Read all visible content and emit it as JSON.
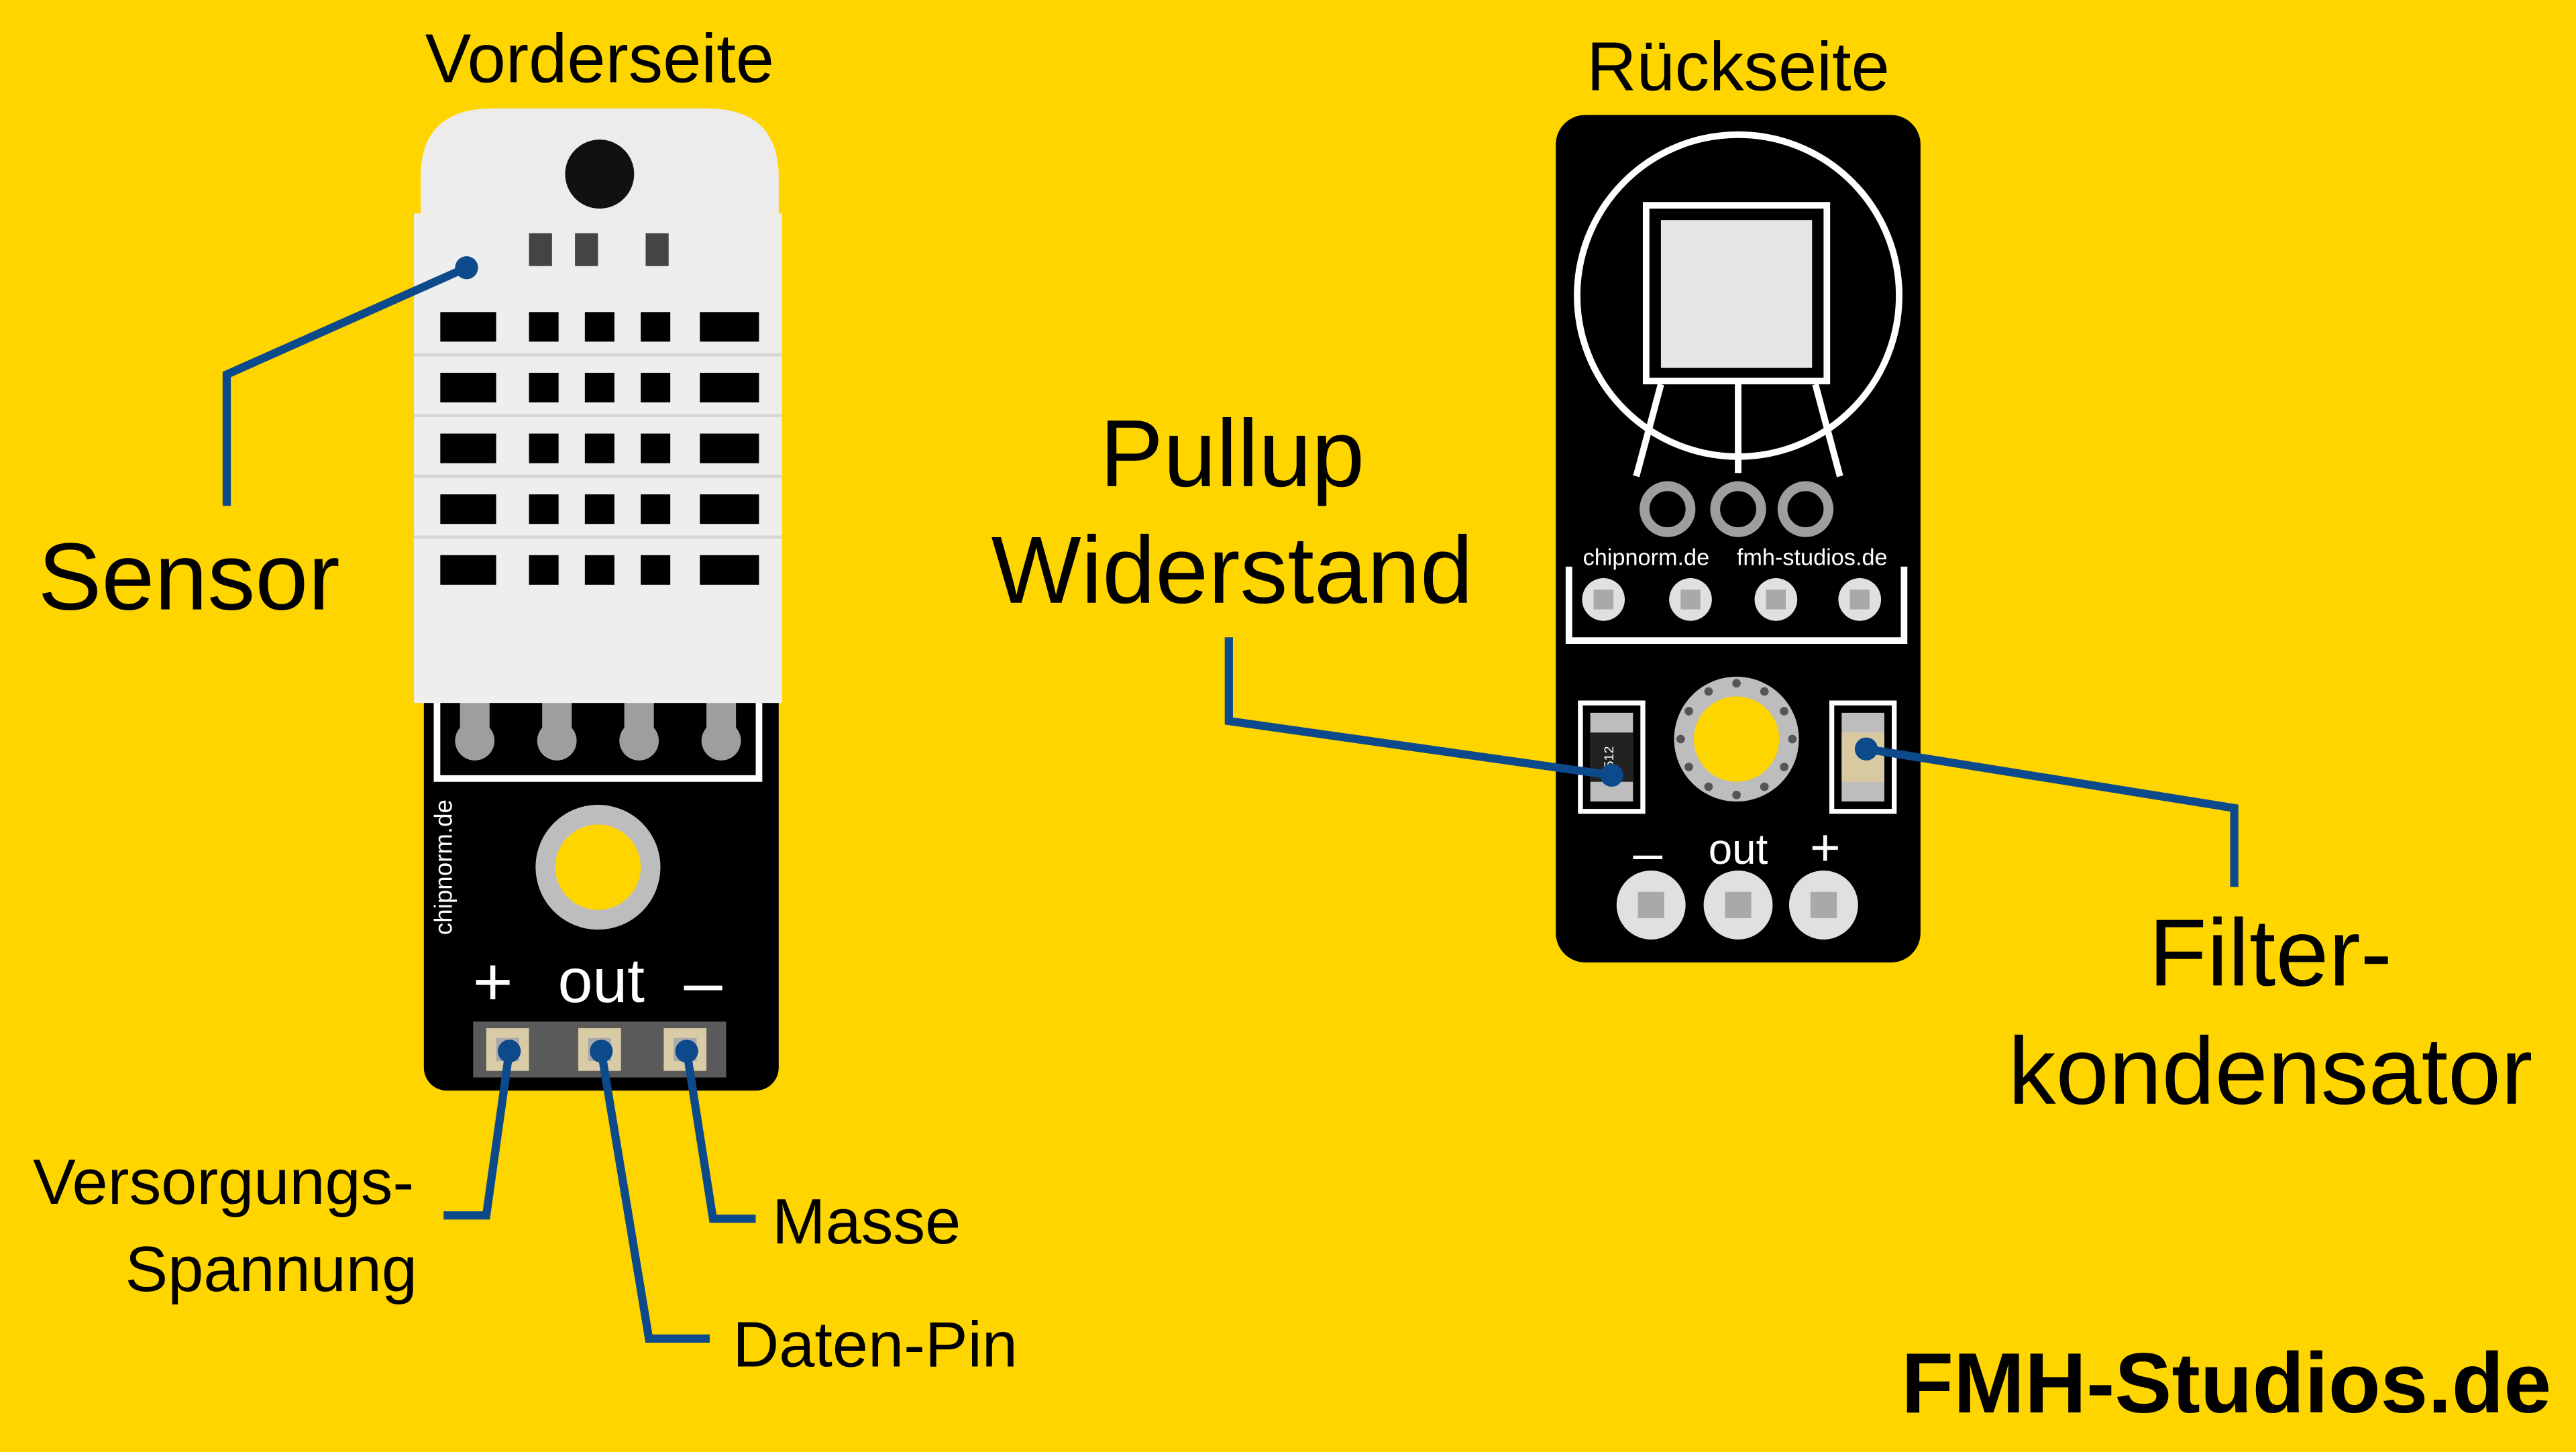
{
  "colors": {
    "background": "#FFD500",
    "board": "#000000",
    "leader_line": "#0D4A8C",
    "sensor_housing": "#EEEEEE",
    "pad": "#9E9E9E",
    "text": "#000000"
  },
  "front": {
    "title": "Vorderseite",
    "silkscreen_url": "chipnorm.de",
    "pin_plus": "+",
    "pin_out": "out",
    "pin_minus": "–"
  },
  "back": {
    "title": "Rückseite",
    "silkscreen_url_1": "chipnorm.de",
    "silkscreen_url_2": "fmh-studios.de",
    "resistor_code": "512",
    "pin_minus": "–",
    "pin_out": "out",
    "pin_plus": "+"
  },
  "labels": {
    "sensor": "Sensor",
    "supply_line1": "Versorgungs-",
    "supply_line2": "Spannung",
    "ground": "Masse",
    "data_pin": "Daten-Pin",
    "pullup_line1": "Pullup",
    "pullup_line2": "Widerstand",
    "filter_line1": "Filter-",
    "filter_line2": "kondensator"
  },
  "brand": "FMH-Studios.de"
}
